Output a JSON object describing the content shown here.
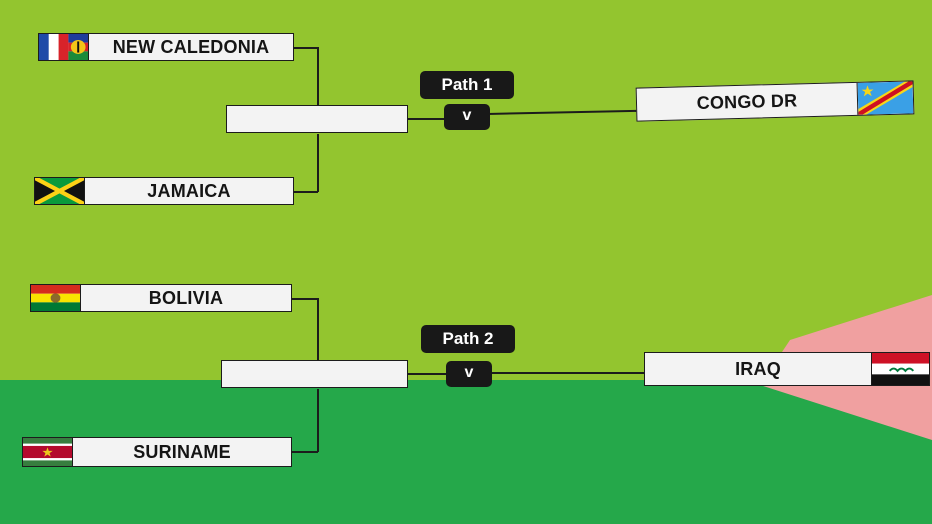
{
  "colors": {
    "lime": "#93c52f",
    "green": "#25a84a",
    "pink": "#f0a0a0",
    "box": "#f3f3f3",
    "dark": "#181818"
  },
  "path1": {
    "label": "Path 1",
    "vs": "v",
    "semifinal": [
      {
        "team": "NEW CALEDONIA",
        "flag": "new-caledonia-flag"
      },
      {
        "team": "JAMAICA",
        "flag": "jamaica-flag"
      }
    ],
    "seeded": {
      "team": "CONGO DR",
      "flag": "congo-dr-flag"
    }
  },
  "path2": {
    "label": "Path 2",
    "vs": "v",
    "semifinal": [
      {
        "team": "BOLIVIA",
        "flag": "bolivia-flag"
      },
      {
        "team": "SURINAME",
        "flag": "suriname-flag"
      }
    ],
    "seeded": {
      "team": "IRAQ",
      "flag": "iraq-flag"
    }
  }
}
